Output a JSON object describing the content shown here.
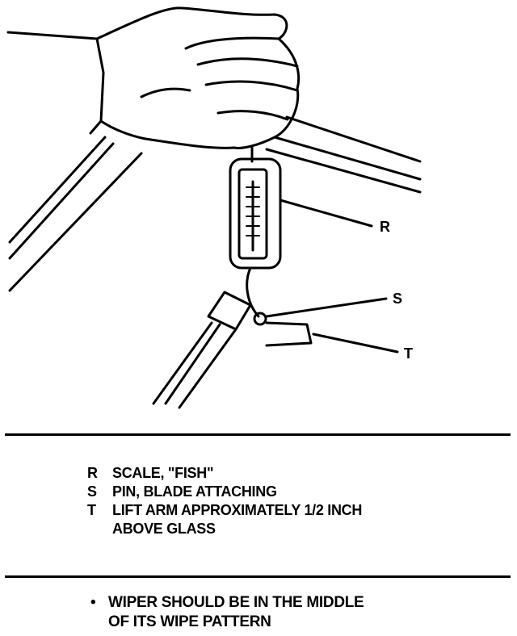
{
  "callouts": [
    {
      "key": "R"
    },
    {
      "key": "S"
    },
    {
      "key": "T"
    }
  ],
  "legend": [
    {
      "key": "R",
      "lines": [
        "SCALE, \"FISH\""
      ]
    },
    {
      "key": "S",
      "lines": [
        "PIN, BLADE ATTACHING"
      ]
    },
    {
      "key": "T",
      "lines": [
        "LIFT ARM APPROXIMATELY 1/2 INCH",
        "ABOVE GLASS"
      ]
    }
  ],
  "note": {
    "bullet": "•",
    "lines": [
      "WIPER SHOULD BE IN THE MIDDLE",
      "OF ITS WIPE PATTERN"
    ]
  },
  "colors": {
    "ink": "#000000",
    "paper": "#ffffff"
  }
}
